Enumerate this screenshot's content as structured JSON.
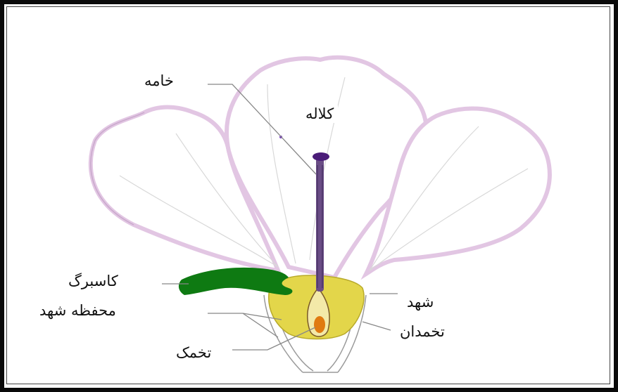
{
  "labels": {
    "style": "خامه",
    "stigma": "کلاله",
    "sepal": "کاسبرگ",
    "nectar_chamber": "محفظه شهد",
    "nectar": "شهد",
    "ovary": "تخمدان",
    "ovule": "تخمک"
  },
  "colors": {
    "petal_fill": "#ffffff",
    "petal_edge": "#e2c6e3",
    "sepal": "#0e7a12",
    "nectar": "#e3d64a",
    "style": "#6a4d86",
    "stigma": "#4a1c78",
    "ovule": "#e07a10"
  }
}
